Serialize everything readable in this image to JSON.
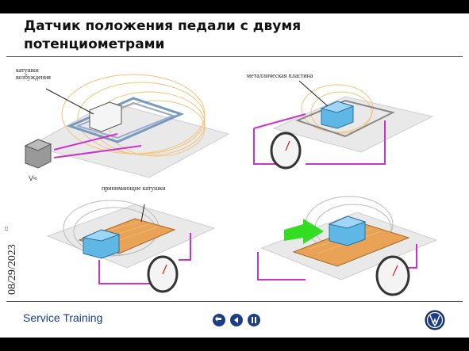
{
  "slide": {
    "title_line1": "Датчик положения педали с двумя",
    "title_line2": "потенциометрами",
    "side_date": "08/29/202",
    "side_digit": "3",
    "side_number": "15",
    "footer_text": "Service Training"
  },
  "panels": {
    "top_left": {
      "label_line1": "катушки",
      "label_line2": "возбуждения",
      "voltage": "V≈"
    },
    "top_right": {
      "label": "металлическая пластина"
    },
    "bottom_left": {
      "label": "принимающие катушки"
    }
  },
  "nav": {
    "back": "back-icon",
    "prev": "previous-icon",
    "pause": "pause-icon"
  },
  "colors": {
    "title_bar": "#000000",
    "footer_text": "#1a3c8c",
    "nav_button": "#1c3c86",
    "wire": "#cc33cc",
    "block": "#5fb7e6",
    "sensor_plate": "#e8a356",
    "arrow": "#33dd22"
  }
}
